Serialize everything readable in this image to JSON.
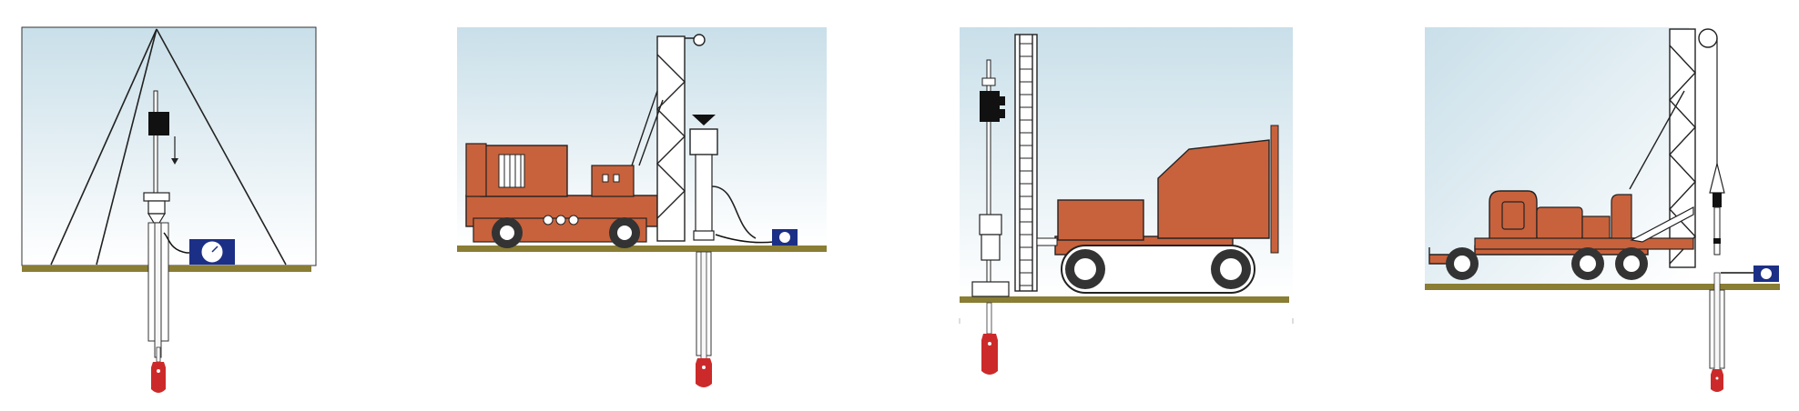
{
  "colors": {
    "sky_top": "#c9dfe9",
    "sky_bottom": "#ffffff",
    "ground": "#8a7d34",
    "machine": "#c8623c",
    "outline": "#222222",
    "gauge": "#1c2f86",
    "probe": "#cc2a2a",
    "steel": "#f2f2f2"
  },
  "panels": [
    {
      "id": "tripod-rig",
      "icon": "tripod-drop-hammer-icon"
    },
    {
      "id": "wheeled-drill-rig",
      "icon": "wheeled-drill-rig-icon"
    },
    {
      "id": "crawler-drill-rig",
      "icon": "crawler-drill-rig-icon"
    },
    {
      "id": "truck-mounted-rig",
      "icon": "truck-mounted-rig-icon"
    }
  ]
}
